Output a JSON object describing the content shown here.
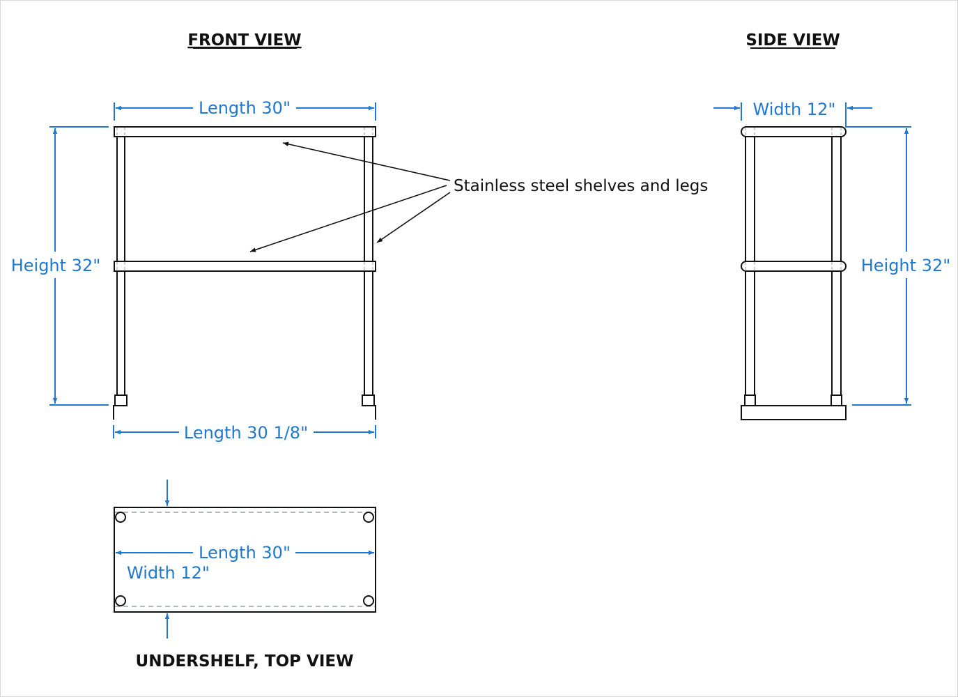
{
  "titles": {
    "front": "FRONT VIEW",
    "side": "SIDE VIEW",
    "top": "UNDERSHELF, TOP VIEW"
  },
  "front": {
    "length_top": "Length 30\"",
    "height": "Height 32\"",
    "length_bottom": "Length 30 1/8\""
  },
  "callout": "Stainless steel shelves and legs",
  "side": {
    "width": "Width 12\"",
    "height": "Height 32\""
  },
  "top_view": {
    "length": "Length 30\"",
    "width": "Width 12\""
  },
  "colors": {
    "dimension": "#1f78d1",
    "outline": "#111111",
    "hidden": "#9aa7a0"
  }
}
